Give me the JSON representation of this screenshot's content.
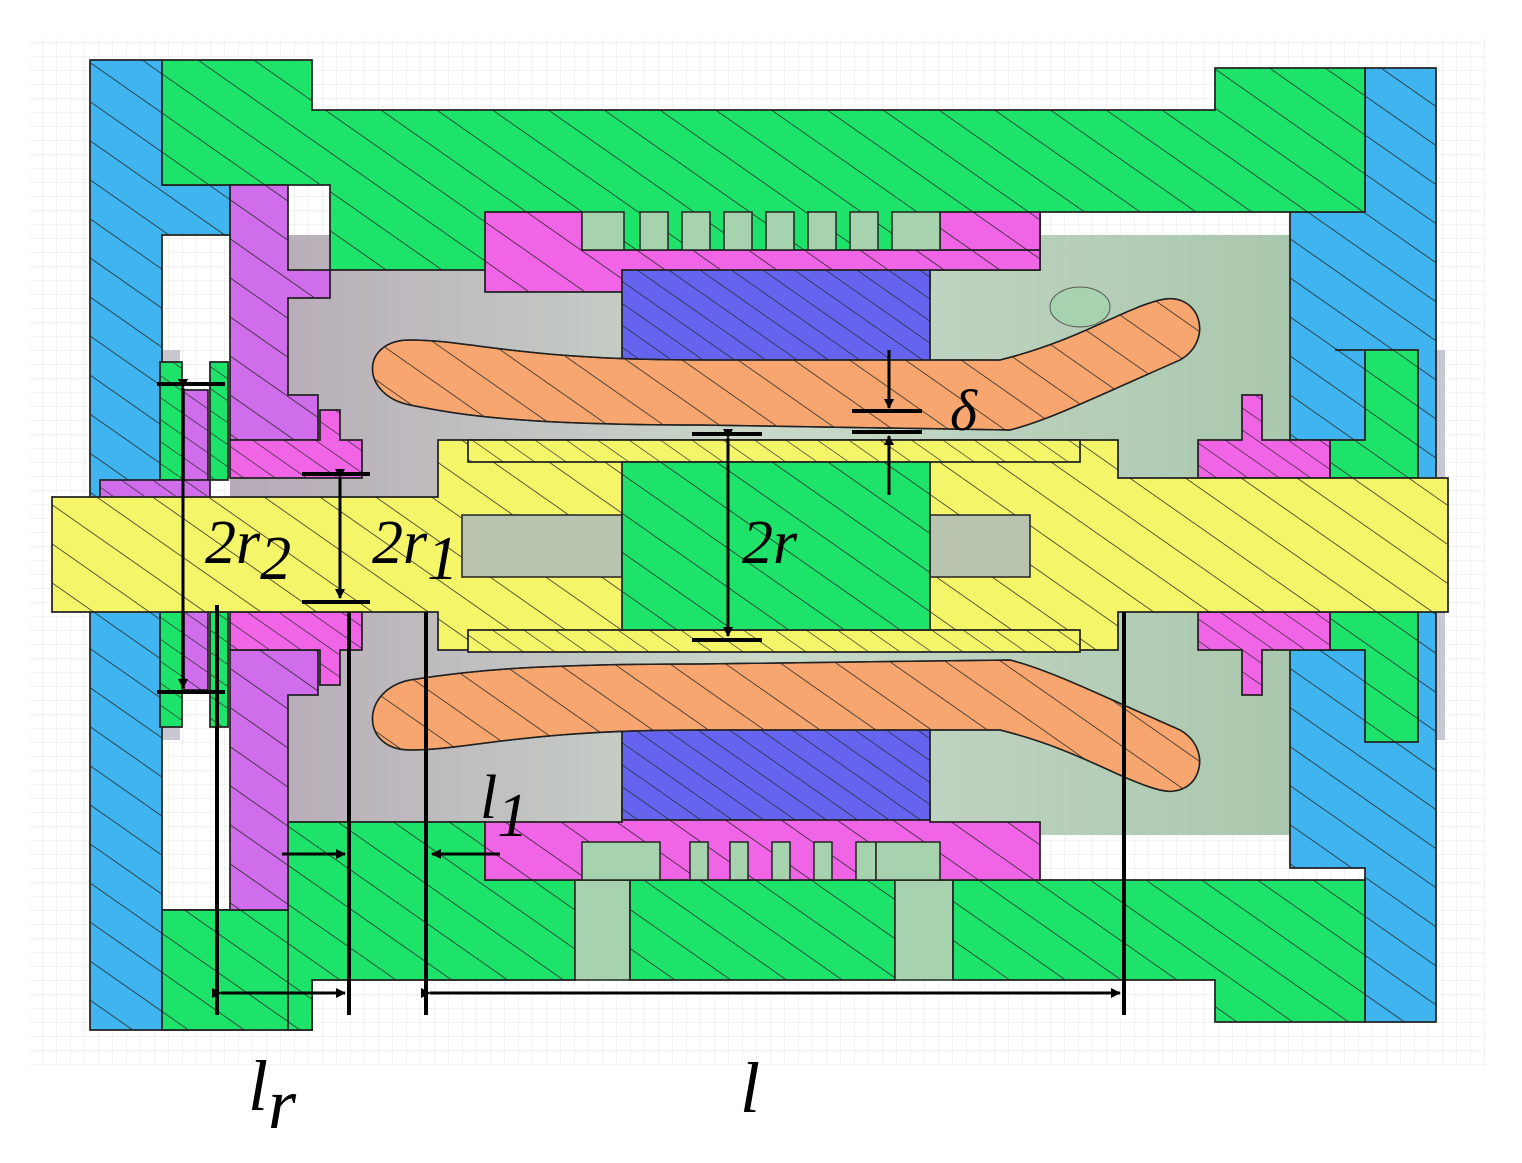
{
  "labels": {
    "two_r2": {
      "main": "2r",
      "sub": "2"
    },
    "two_r1": {
      "main": "2r",
      "sub": "1"
    },
    "two_r": {
      "main": "2r"
    },
    "delta": {
      "main": "δ"
    },
    "l1": {
      "main": "l",
      "sub": "1"
    },
    "lr": {
      "main": "l",
      "sub": "r"
    },
    "l": {
      "main": "l"
    }
  },
  "colors": {
    "housing_green": "#1de36a",
    "end_cap_blue": "#3fb4ef",
    "purple_flange": "#cf6dea",
    "pink_part": "#f064e6",
    "coil_blue": "#6464ee",
    "orange_spring": "#f7a66f",
    "yellow_shaft": "#f5f56a",
    "cavity": "#9fc6a6",
    "line": "#000000"
  }
}
